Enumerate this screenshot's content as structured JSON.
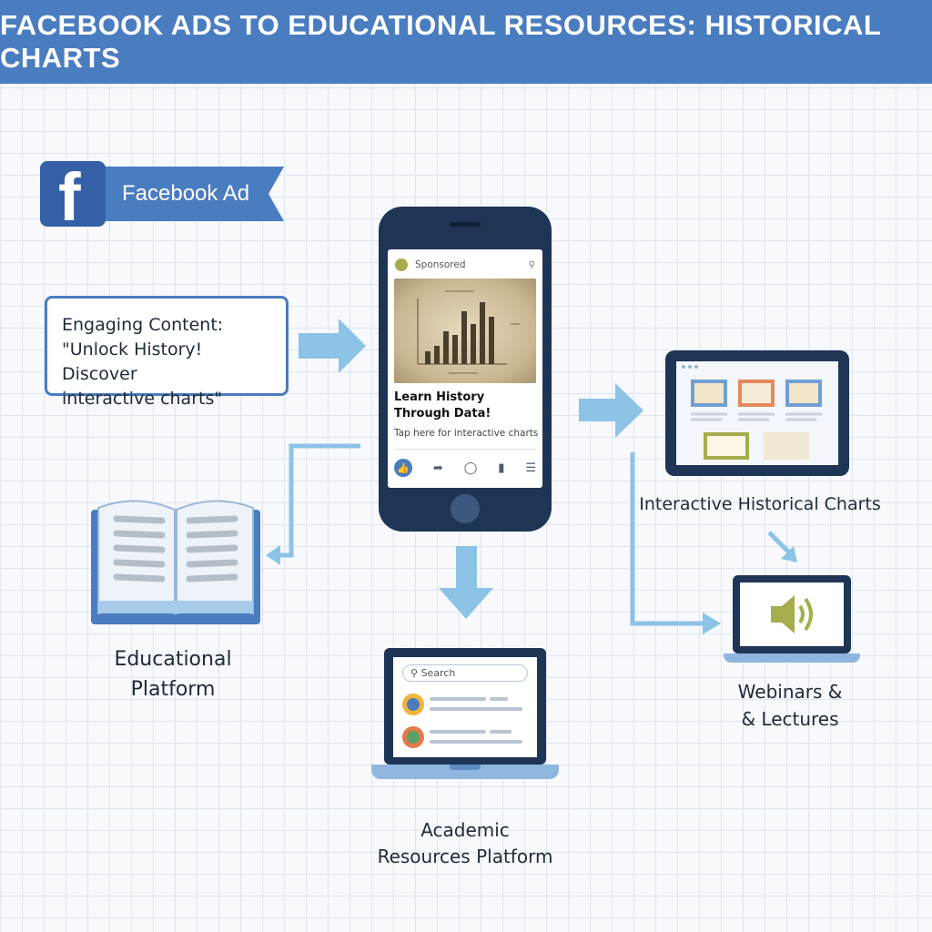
{
  "header": {
    "title": "FACEBOOK ADS TO EDUCATIONAL RESOURCES: HISTORICAL CHARTS"
  },
  "facebook_badge": {
    "logo_letter": "f",
    "label": "Facebook Ad"
  },
  "engaging_content": {
    "line1": "Engaging Content:",
    "line2": "\"Unlock History! Discover",
    "line3": "interactive charts\""
  },
  "phone_ad": {
    "sponsored": "Sponsored",
    "title": "Learn History Through Data!",
    "subtitle": "Tap here for interactive charts"
  },
  "educational_platform": {
    "line1": "Educational",
    "line2": "Platform"
  },
  "academic_platform": {
    "search_placeholder": "Search",
    "line1": "Academic",
    "line2": "Resources Platform"
  },
  "interactive_charts": {
    "label": "Interactive Historical Charts"
  },
  "webinars": {
    "line1": "Webinars &",
    "line2": "& Lectures"
  },
  "colors": {
    "header": "#4a7cc0",
    "device_dark": "#1f3556",
    "arrow": "#8cc3e6",
    "speaker": "#a5ad4c"
  },
  "icons": [
    "facebook-logo-icon",
    "search-icon",
    "like-icon",
    "share-icon",
    "comment-icon",
    "save-icon",
    "menu-icon",
    "book-icon",
    "speaker-icon"
  ]
}
